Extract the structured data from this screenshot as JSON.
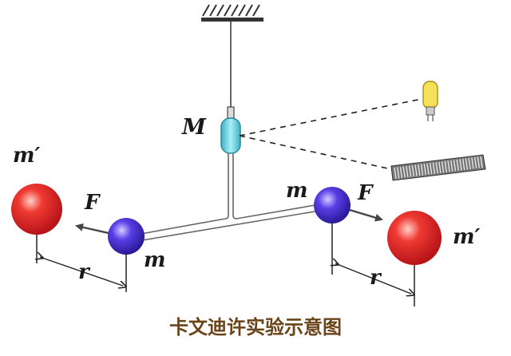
{
  "caption": "卡文迪许实验示意图",
  "labels": {
    "mirror_mass": "M",
    "large_mass_left": "m′",
    "large_mass_right": "m′",
    "small_mass_left": "m",
    "small_mass_right": "m",
    "force_left": "F",
    "force_right": "F",
    "distance_left": "r",
    "distance_right": "r"
  },
  "colors": {
    "large_sphere": "#e8262a",
    "small_sphere": "#4b32d6",
    "mirror": "#5fc9d8",
    "lamp": "#f5e05a",
    "caption": "#6a4418"
  }
}
